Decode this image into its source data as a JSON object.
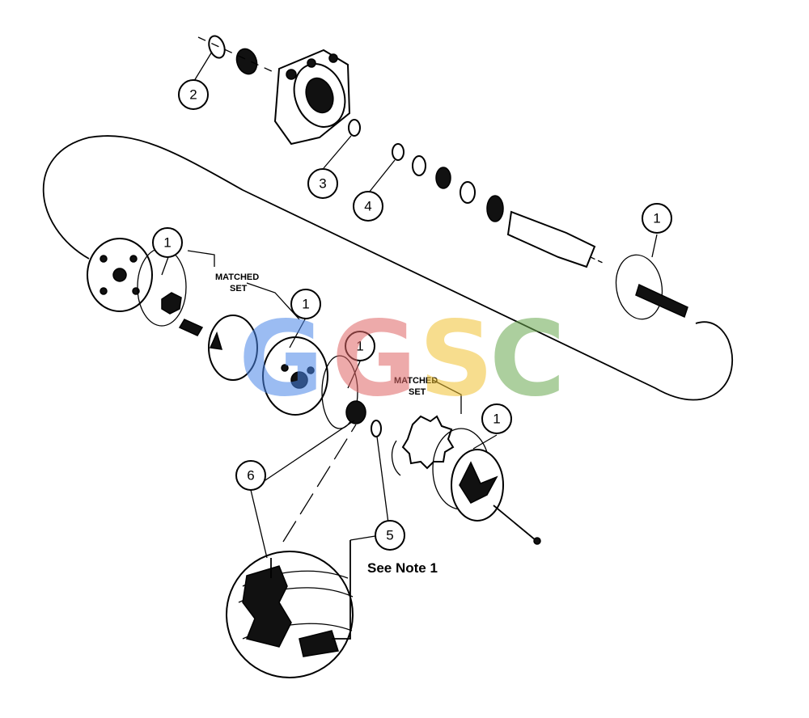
{
  "callouts": {
    "c1_top_right": "1",
    "c1_left": "1",
    "c1_mid": "1",
    "c1_center": "1",
    "c1_bottom_right": "1",
    "c2": "2",
    "c3": "3",
    "c4": "4",
    "c5": "5",
    "c6": "6"
  },
  "labels": {
    "matched_set_1_line1": "MATCHED",
    "matched_set_1_line2": "SET",
    "matched_set_2_line1": "MATCHED",
    "matched_set_2_line2": "SET",
    "note": "See Note 1"
  },
  "watermark": {
    "letters": [
      "G",
      "G",
      "S",
      "C"
    ],
    "colors": [
      "#4a86e8",
      "#e06666",
      "#f1c232",
      "#6aa84f"
    ]
  }
}
